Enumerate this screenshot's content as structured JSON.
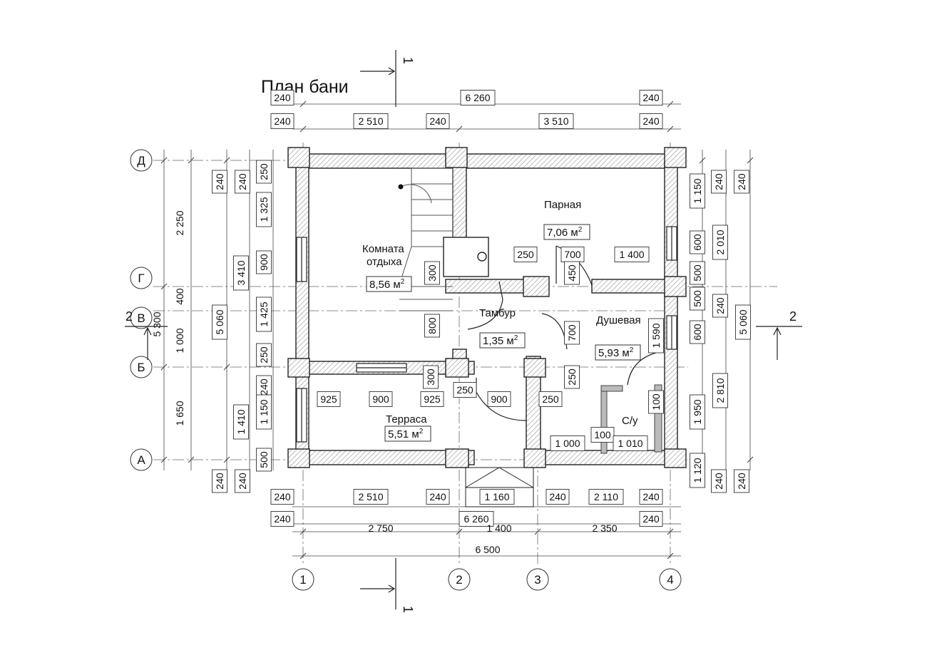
{
  "title": "План бани",
  "rooms": {
    "rest_name_1": "Комната",
    "rest_name_2": "отдыха",
    "rest_area": "8,56 м",
    "steam_name": "Парная",
    "steam_area": "7,06 м",
    "vestibule_name": "Тамбур",
    "vestibule_area": "1,35 м",
    "shower_name": "Душевая",
    "shower_area": "5,93 м",
    "wc_name": "С/у",
    "terrace_name": "Терраса",
    "terrace_area": "5,51 м",
    "area_exponent": "2"
  },
  "axes": {
    "rows": [
      "Д",
      "Г",
      "В",
      "Б",
      "А"
    ],
    "cols": [
      "1",
      "2",
      "3",
      "4"
    ]
  },
  "sections": {
    "section1": "1",
    "section2": "2"
  },
  "dims": {
    "top_row1": [
      "240",
      "6 260",
      "240"
    ],
    "top_row2": [
      "240",
      "2 510",
      "240",
      "3 510",
      "240"
    ],
    "bottom_row1": [
      "240",
      "2 510",
      "240",
      "1 160",
      "240",
      "2 110",
      "240"
    ],
    "bottom_row2": [
      "240",
      "6 260",
      "240"
    ],
    "bottom_row3": [
      "2 750",
      "1 400",
      "2 350"
    ],
    "bottom_total": "6 500",
    "left_thin": [
      "240",
      "240",
      "240",
      "240"
    ],
    "left_inner": [
      "250",
      "1 325",
      "900",
      "1 425",
      "250",
      "240",
      "1 150",
      "500"
    ],
    "left_mid": [
      "3 410",
      "1 410"
    ],
    "left_axes": [
      "2 250",
      "400",
      "1 000",
      "1 650"
    ],
    "left_5060": "5 060",
    "left_5300": "5 300",
    "right_thin": [
      "240",
      "240",
      "240",
      "240"
    ],
    "right_inner": [
      "1 150",
      "600",
      "500",
      "500",
      "600",
      "1 950",
      "1 120"
    ],
    "right_mid": [
      "2 010",
      "240",
      "2 810"
    ],
    "right_5060": "5 060",
    "interior": {
      "d250a": "250",
      "d700a": "700",
      "d1400": "1 400",
      "d450": "450",
      "d300a": "300",
      "d800": "800",
      "d700b": "700",
      "d1590": "1 590",
      "d300b": "300",
      "d250b": "250",
      "d250c": "250",
      "d100a": "100",
      "d925a": "925",
      "d900a": "900",
      "d925b": "925",
      "d900b": "900",
      "d250d": "250",
      "d1000": "1 000",
      "d100b": "100",
      "d1010": "1 010"
    }
  }
}
